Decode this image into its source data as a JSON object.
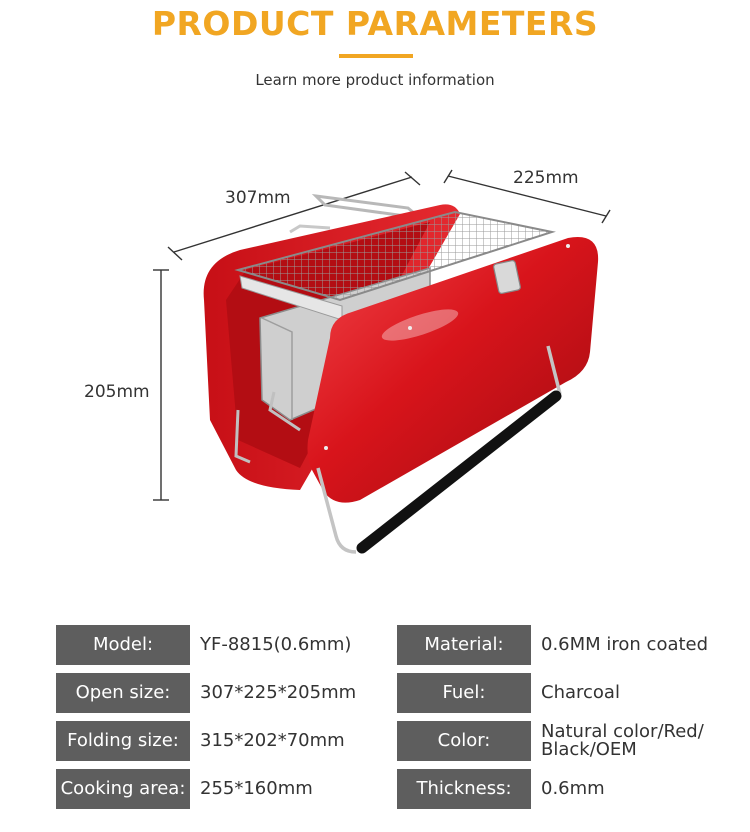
{
  "header": {
    "title": "PRODUCT PARAMETERS",
    "subtitle": "Learn more product information",
    "accent_color": "#f1a622"
  },
  "dimensions": {
    "length": "307mm",
    "width": "225mm",
    "height": "205mm"
  },
  "product_image": {
    "description_icon": "portable-suitcase-grill-icon",
    "body_color": "#d8141b"
  },
  "specs": {
    "left": [
      {
        "label": "Model:",
        "value": "YF-8815(0.6mm)"
      },
      {
        "label": "Open size:",
        "value": "307*225*205mm"
      },
      {
        "label": "Folding size:",
        "value": "315*202*70mm"
      },
      {
        "label": "Cooking area:",
        "value": "255*160mm"
      }
    ],
    "right": [
      {
        "label": "Material:",
        "value": "0.6MM iron coated"
      },
      {
        "label": "Fuel:",
        "value": "Charcoal"
      },
      {
        "label": "Color:",
        "value": "Natural color/Red/ Black/OEM"
      },
      {
        "label": "Thickness:",
        "value": "0.6mm"
      }
    ]
  }
}
